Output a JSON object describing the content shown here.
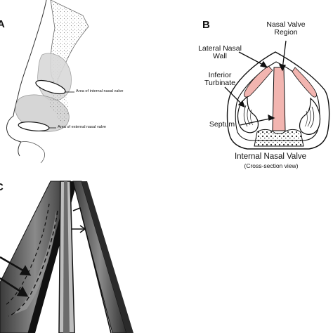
{
  "panels": {
    "a": {
      "letter": "A",
      "labels": {
        "internal": "Area of internal nasal valve",
        "external": "Area of external nasal valve"
      }
    },
    "b": {
      "letter": "B",
      "labels": {
        "nasal_valve_region_1": "Nasal Valve",
        "nasal_valve_region_2": "Region",
        "lateral_nasal_wall_1": "Lateral Nasal",
        "lateral_nasal_wall_2": "Wall",
        "inferior_turbinate_1": "Inferior",
        "inferior_turbinate_2": "Turbinate",
        "septum": "Septum",
        "caption": "Internal Nasal Valve",
        "subcaption": "(Cross-section view)"
      },
      "colors": {
        "valve_fill": "#f2b5b0",
        "outline": "#111111"
      }
    },
    "c": {
      "letter": "C"
    }
  }
}
